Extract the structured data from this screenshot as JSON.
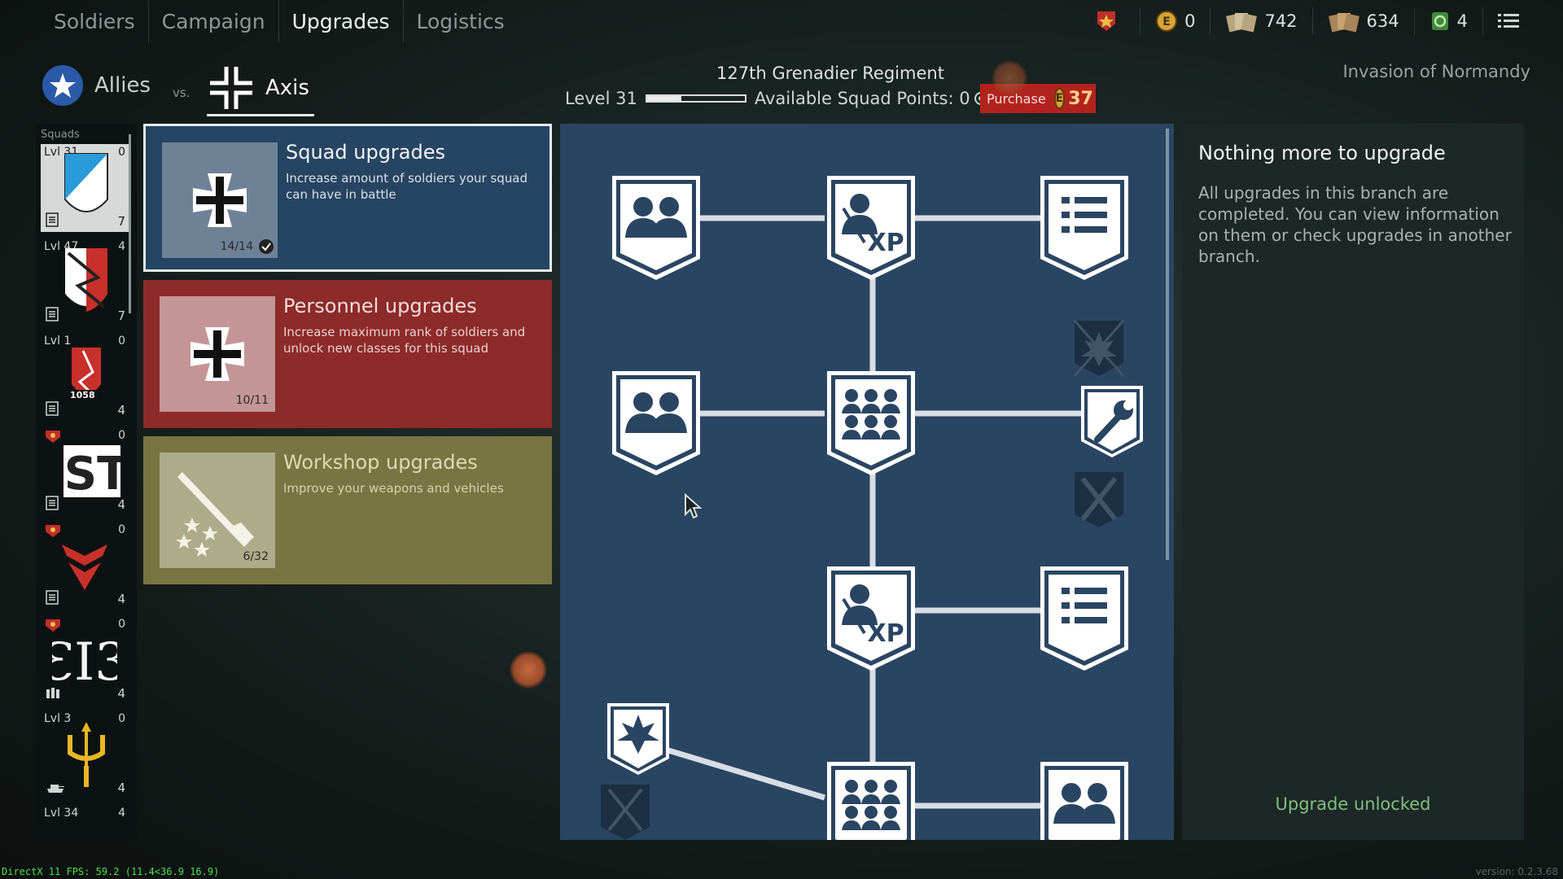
{
  "nav": {
    "tabs": [
      {
        "label": "Soldiers",
        "active": false
      },
      {
        "label": "Campaign",
        "active": false
      },
      {
        "label": "Upgrades",
        "active": true
      },
      {
        "label": "Logistics",
        "active": false
      }
    ]
  },
  "currencies": {
    "gold": "0",
    "silver_cards": "742",
    "gold_cards": "634",
    "orders": "4"
  },
  "factions": {
    "allies": "Allies",
    "vs": "vs.",
    "axis": "Axis"
  },
  "regiment": {
    "name": "127th Grenadier Regiment",
    "level_label": "Level 31",
    "level_progress": 0.35,
    "squad_points_label": "Available Squad Points: 0",
    "purchase_label": "Purchase",
    "purchase_price": "37",
    "operation": "Invasion of Normandy"
  },
  "squads": {
    "header": "Squads",
    "items": [
      {
        "lvl": "Lvl 31",
        "pts": "0",
        "size": "7",
        "selected": true
      },
      {
        "lvl": "Lvl 47",
        "pts": "4",
        "size": "7",
        "selected": false
      },
      {
        "lvl": "Lvl 1",
        "pts": "0",
        "size": "4",
        "selected": false
      },
      {
        "lvl": "",
        "pts": "0",
        "size": "4",
        "selected": false
      },
      {
        "lvl": "",
        "pts": "0",
        "size": "4",
        "selected": false
      },
      {
        "lvl": "",
        "pts": "0",
        "size": "4",
        "selected": false
      },
      {
        "lvl": "Lvl 3",
        "pts": "0",
        "size": "4",
        "selected": false
      },
      {
        "lvl": "Lvl 34",
        "pts": "4",
        "size": "",
        "selected": false
      }
    ],
    "emblem_text": "1058"
  },
  "cards": {
    "squad": {
      "title": "Squad upgrades",
      "desc": "Increase amount of soldiers your squad can have in battle",
      "count": "14/14"
    },
    "personnel": {
      "title": "Personnel upgrades",
      "desc": "Increase maximum rank of soldiers and unlock new classes for this squad",
      "count": "10/11"
    },
    "workshop": {
      "title": "Workshop upgrades",
      "desc": "Improve your weapons and vehicles",
      "count": "6/32"
    }
  },
  "info": {
    "title": "Nothing more to upgrade",
    "desc": "All upgrades in this branch are completed. You can view information on them or check upgrades in another branch.",
    "status": "Upgrade unlocked"
  },
  "footer": {
    "fps": "DirectX 11 FPS: 59.2 (11.4<36.9 16.9)",
    "version": "version: 0.2.3.68"
  },
  "colors": {
    "tree_bg": "#2a4562",
    "squad_card": "#264563",
    "personnel_card": "#8c2b29",
    "workshop_card": "#797542",
    "unlocked_green": "#7fbf7f",
    "purchase_red": "#b3231d"
  }
}
